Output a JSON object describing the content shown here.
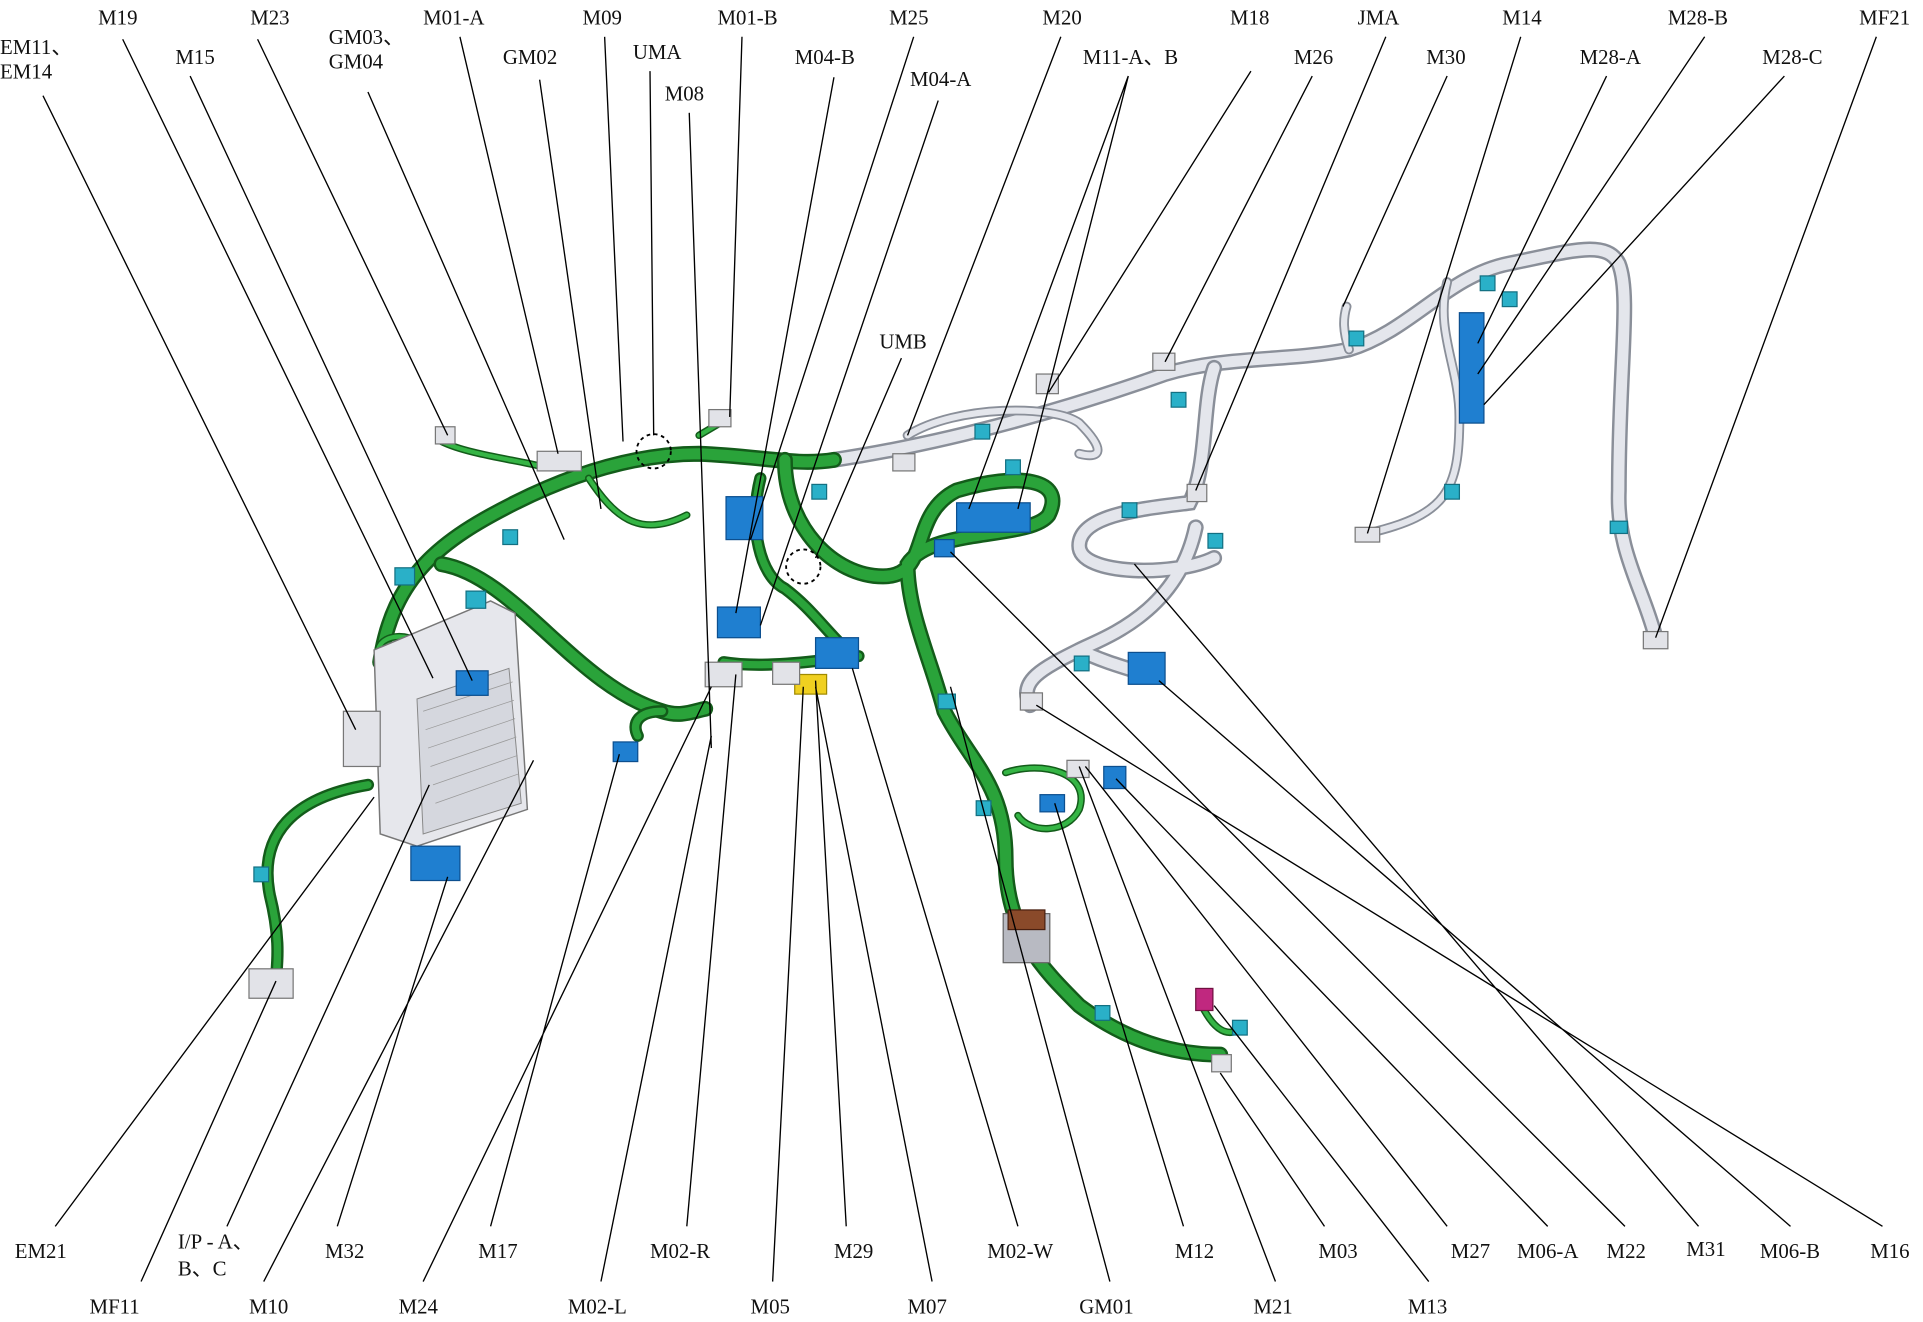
{
  "diagram": {
    "title_hidden": null,
    "top_labels": [
      {
        "id": "em11-em14",
        "line1": "EM11、",
        "line2": "EM14"
      },
      {
        "id": "m19",
        "line1": "M19"
      },
      {
        "id": "m15",
        "line1": "M15"
      },
      {
        "id": "m23",
        "line1": "M23"
      },
      {
        "id": "gm03-gm04",
        "line1": "GM03、",
        "line2": "GM04"
      },
      {
        "id": "m01-a",
        "line1": "M01-A"
      },
      {
        "id": "gm02",
        "line1": "GM02"
      },
      {
        "id": "m09",
        "line1": "M09"
      },
      {
        "id": "uma",
        "line1": "UMA"
      },
      {
        "id": "m08",
        "line1": "M08"
      },
      {
        "id": "m01-b",
        "line1": "M01-B"
      },
      {
        "id": "m04-b",
        "line1": "M04-B"
      },
      {
        "id": "m25",
        "line1": "M25"
      },
      {
        "id": "m04-a",
        "line1": "M04-A"
      },
      {
        "id": "umb",
        "line1": "UMB"
      },
      {
        "id": "m20",
        "line1": "M20"
      },
      {
        "id": "m11-ab",
        "line1": "M11-A、B"
      },
      {
        "id": "m18",
        "line1": "M18"
      },
      {
        "id": "m26",
        "line1": "M26"
      },
      {
        "id": "jma",
        "line1": "JMA"
      },
      {
        "id": "m30",
        "line1": "M30"
      },
      {
        "id": "m14",
        "line1": "M14"
      },
      {
        "id": "m28-a",
        "line1": "M28-A"
      },
      {
        "id": "m28-b",
        "line1": "M28-B"
      },
      {
        "id": "m28-c",
        "line1": "M28-C"
      },
      {
        "id": "mf21",
        "line1": "MF21"
      }
    ],
    "bottom_labels": [
      {
        "id": "em21",
        "line1": "EM21"
      },
      {
        "id": "ip-abc",
        "line1": "I/P - A、",
        "line2": "B、C"
      },
      {
        "id": "m32",
        "line1": "M32"
      },
      {
        "id": "m17",
        "line1": "M17"
      },
      {
        "id": "m02-r",
        "line1": "M02-R"
      },
      {
        "id": "m29",
        "line1": "M29"
      },
      {
        "id": "m02-w",
        "line1": "M02-W"
      },
      {
        "id": "m12",
        "line1": "M12"
      },
      {
        "id": "m03",
        "line1": "M03"
      },
      {
        "id": "m27",
        "line1": "M27"
      },
      {
        "id": "m06-a",
        "line1": "M06-A"
      },
      {
        "id": "m22",
        "line1": "M22"
      },
      {
        "id": "m31",
        "line1": "M31"
      },
      {
        "id": "m06-b",
        "line1": "M06-B"
      },
      {
        "id": "m16",
        "line1": "M16"
      },
      {
        "id": "mf11",
        "line1": "MF11"
      },
      {
        "id": "m10",
        "line1": "M10"
      },
      {
        "id": "m24",
        "line1": "M24"
      },
      {
        "id": "m02-l",
        "line1": "M02-L"
      },
      {
        "id": "m05",
        "line1": "M05"
      },
      {
        "id": "m07",
        "line1": "M07"
      },
      {
        "id": "gm01",
        "line1": "GM01"
      },
      {
        "id": "m21",
        "line1": "M21"
      },
      {
        "id": "m13",
        "line1": "M13"
      }
    ],
    "colors": {
      "harness_main": "#2aa33a",
      "harness_secondary": "#e4e6ec",
      "connector": "#1f7fd0",
      "clip": "#2ab0c8",
      "fuse_connector": "#f0d020",
      "ground": "#c0287f"
    }
  }
}
